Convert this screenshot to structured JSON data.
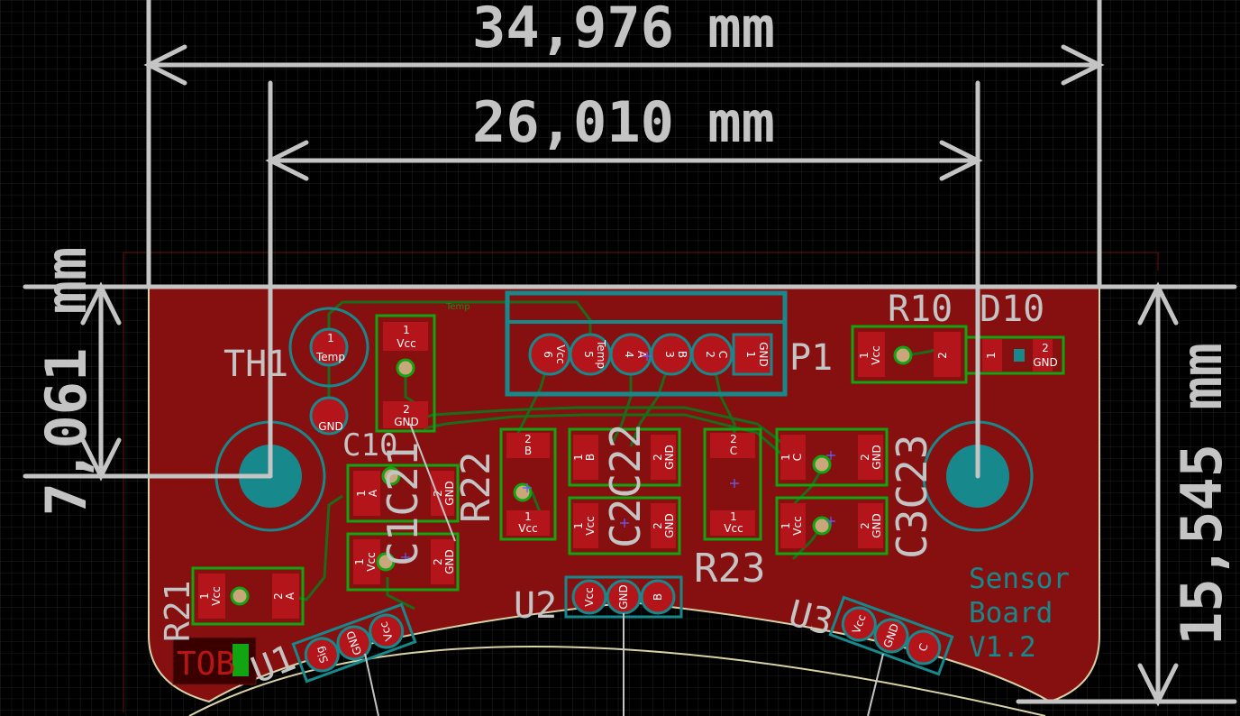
{
  "dimensions": {
    "top_width": "34,976 mm",
    "inner_width": "26,010 mm",
    "left_height": "7,061 mm",
    "right_height": "15,545 mm"
  },
  "refs": {
    "th1": "TH1",
    "c10": "C10",
    "c1c21": "C1C21",
    "r22": "R22",
    "c2c22": "C2C22",
    "r23": "R23",
    "c3c23": "C3C23",
    "p1": "P1",
    "r10": "R10",
    "d10": "D10",
    "r21": "R21",
    "u1": "U1",
    "u2": "U2",
    "u3": "U3",
    "tob": "TOB"
  },
  "board_label": {
    "line1": "Sensor",
    "line2": "Board",
    "line3": "V1.2"
  },
  "net_label": "Temp",
  "connector_pins": [
    {
      "num": "6",
      "name": "Vcc"
    },
    {
      "num": "5",
      "name": "Temp"
    },
    {
      "num": "4",
      "name": "A"
    },
    {
      "num": "3",
      "name": "B"
    },
    {
      "num": "2",
      "name": "C"
    },
    {
      "num": "1",
      "name": "GND"
    }
  ],
  "pads": {
    "th1_1_num": "1",
    "th1_1_net": "Temp",
    "th1_2_net": "GND",
    "c10_1_num": "1",
    "c10_1_net": "Vcc",
    "c10_2_num": "2",
    "c10_2_net": "GND",
    "c21a_num": "1",
    "c21a_net": "A",
    "c21g_num": "2",
    "c21g_net": "GND",
    "c1v_num": "1",
    "c1v_net": "Vcc",
    "c1g_num": "2",
    "c1g_net": "GND",
    "r22b_num": "2",
    "r22b_net": "B",
    "r22v_num": "1",
    "r22v_net": "Vcc",
    "c22b_num": "1",
    "c22b_net": "B",
    "c22g_num": "2",
    "c22g_net": "GND",
    "c2v_num": "1",
    "c2v_net": "Vcc",
    "c2g_num": "2",
    "c2g_net": "GND",
    "r23c_num": "2",
    "r23c_net": "C",
    "r23v_num": "1",
    "r23v_net": "Vcc",
    "c23c_num": "1",
    "c23c_net": "C",
    "c23g_num": "2",
    "c23g_net": "GND",
    "c3v_num": "1",
    "c3v_net": "Vcc",
    "c3g_num": "2",
    "c3g_net": "GND",
    "r10v_num": "1",
    "r10v_net": "Vcc",
    "r10b_num": "2",
    "d10a_num": "1",
    "d10k_num": "2",
    "d10k_net": "GND",
    "r21v_num": "1",
    "r21v_net": "Vcc",
    "r21a_num": "2",
    "r21a_net": "A",
    "u1_pins": [
      "Sig",
      "GND",
      "Vcc"
    ],
    "u2_pins": [
      "Vcc",
      "GND",
      "B"
    ],
    "u3_pins": [
      "Vcc",
      "GND",
      "C"
    ]
  },
  "colors": {
    "background": "#000000",
    "board_copper": "#861010",
    "pad": "#b3151a",
    "trace": "#1b6b1b",
    "courtyard": "#12a512",
    "silkscreen": "#17898c",
    "dimension": "#c4c4c4",
    "edge_cuts": "#d9d2a6"
  }
}
